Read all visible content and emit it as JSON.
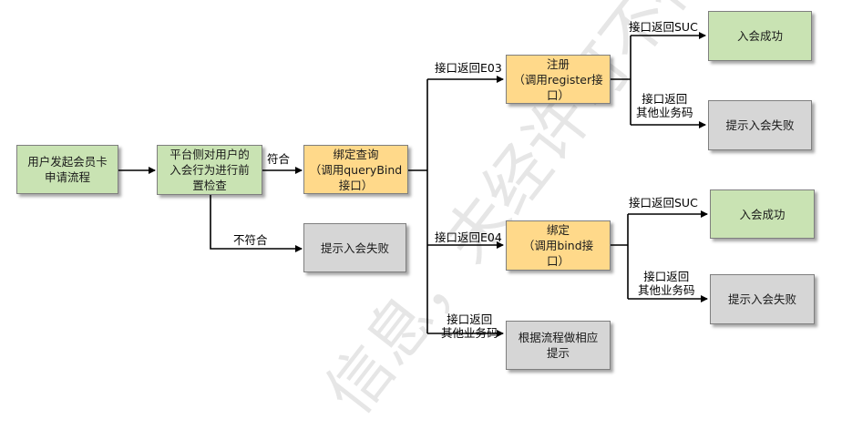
{
  "watermark": {
    "text": "信息，未经许可不得传播"
  },
  "nodes": {
    "apply_process": "用户发起会员卡\n申请流程",
    "platform_check": "平台侧对用户的\n入会行为进行前\n置检查",
    "bind_query": "绑定查询\n（调用queryBind\n接口）",
    "fail_hint_1": "提示入会失败",
    "register": "注册\n（调用register接\n口）",
    "bind": "绑定\n（调用bind接\n口）",
    "process_hint": "根据流程做相应\n提示",
    "join_success_1": "入会成功",
    "fail_hint_2": "提示入会失败",
    "join_success_2": "入会成功",
    "fail_hint_3": "提示入会失败"
  },
  "edge_labels": {
    "pass": "符合",
    "fail": "不符合",
    "ret_e03": "接口返回E03",
    "ret_e04": "接口返回E04",
    "ret_other": "接口返回\n其他业务码",
    "reg_suc": "接口返回SUC",
    "reg_other": "接口返回\n其他业务码",
    "bind_suc": "接口返回SUC",
    "bind_other": "接口返回\n其他业务码"
  }
}
